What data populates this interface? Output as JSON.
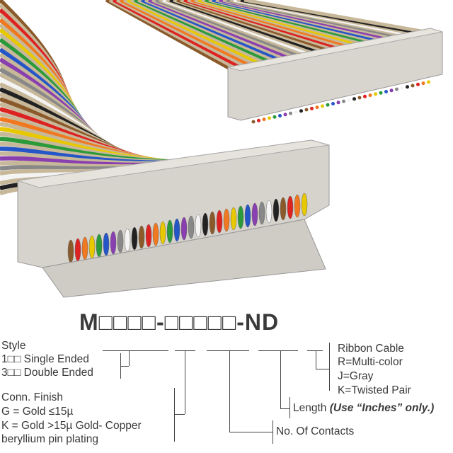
{
  "part_number": {
    "prefix": "M",
    "separator": "-",
    "suffix": "-ND",
    "box_glyph": "□□□□",
    "box_glyph2": "□□□□□"
  },
  "style": {
    "label": "Style",
    "opt1": "1□□ Single Ended",
    "opt3": "3□□ Double Ended"
  },
  "finish": {
    "label": "Conn. Finish",
    "g": "G = Gold ≤15µ",
    "k": "K = Gold >15µ Gold- Copper",
    "k2": "beryllium pin plating"
  },
  "contacts": {
    "label": "No. Of Contacts"
  },
  "length": {
    "label": "Length",
    "note": "(Use “Inches” only.)"
  },
  "cable": {
    "label": "Ribbon Cable",
    "r": "R=Multi-color",
    "j": "J=Gray",
    "k": "K=Twisted Pair"
  },
  "colors": {
    "connector": "#dcd8d2",
    "stripe": [
      "#8b5a2b",
      "#d22",
      "#f07820",
      "#e8c800",
      "#2a9a3a",
      "#2456c8",
      "#8a3fb0",
      "#888",
      "#f4f4f4",
      "#222"
    ]
  }
}
